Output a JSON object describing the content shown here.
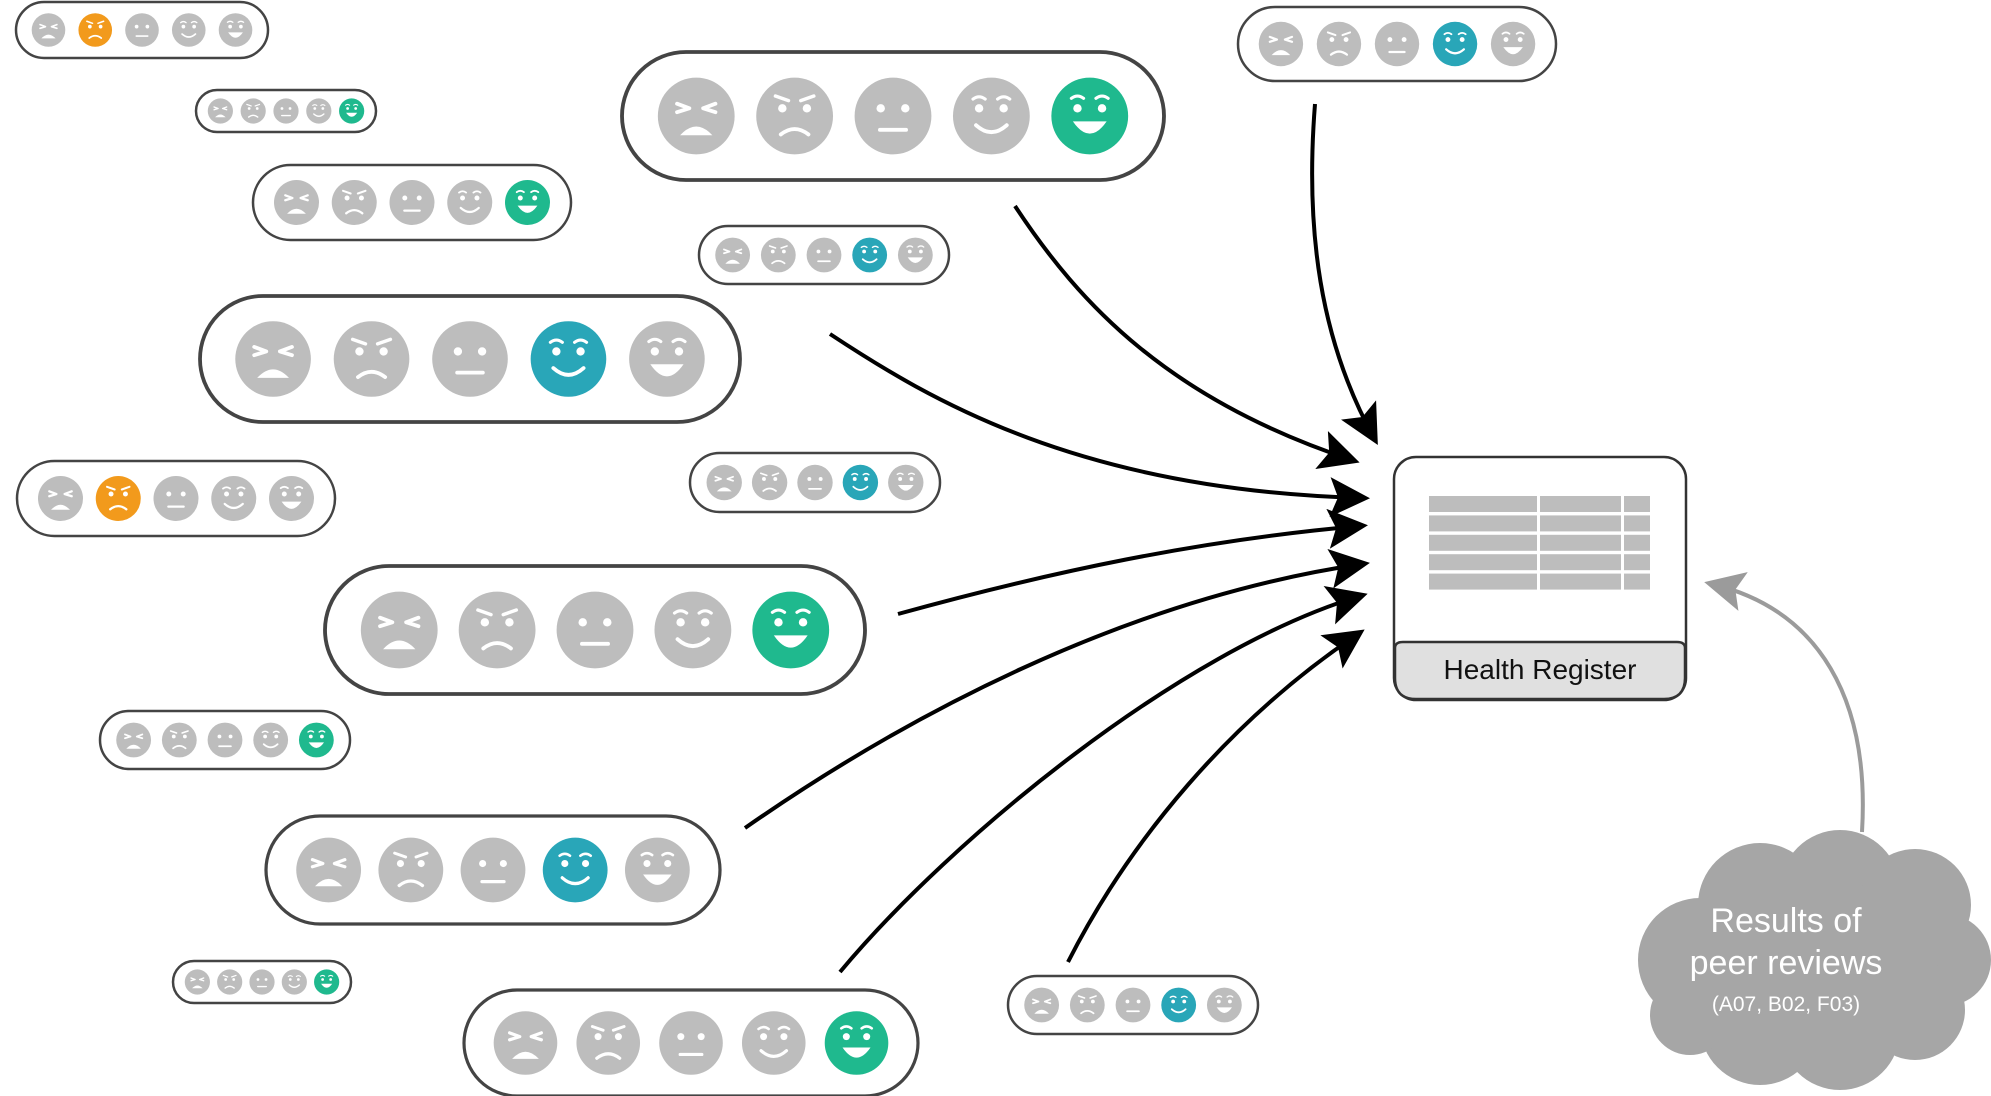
{
  "register": {
    "label": "Health Register"
  },
  "peer_reviews": {
    "line1": "Results of",
    "line2": "peer reviews",
    "line3": "(A07, B02, F03)"
  },
  "face_scale": [
    "very-unhappy",
    "unhappy",
    "neutral",
    "happy",
    "very-happy"
  ],
  "rating_groups": [
    {
      "id": "g01",
      "selected": 2
    },
    {
      "id": "g02",
      "selected": 5
    },
    {
      "id": "g03",
      "selected": 5
    },
    {
      "id": "g04",
      "selected": 5
    },
    {
      "id": "g05",
      "selected": 4
    },
    {
      "id": "g06",
      "selected": 4
    },
    {
      "id": "g07",
      "selected": 4
    },
    {
      "id": "g08",
      "selected": 2
    },
    {
      "id": "g09",
      "selected": 4
    },
    {
      "id": "g10",
      "selected": 5
    },
    {
      "id": "g11",
      "selected": 5
    },
    {
      "id": "g12",
      "selected": 4
    },
    {
      "id": "g13",
      "selected": 5
    },
    {
      "id": "g14",
      "selected": 5
    },
    {
      "id": "g15",
      "selected": 4
    }
  ],
  "colors": {
    "face_inactive": "#bdbdbd",
    "very_happy": "#1fb98e",
    "happy": "#29a6b8",
    "unhappy": "#f29a1c",
    "arrow": "#000000",
    "arrow_peer": "#9b9b9b",
    "cloud": "#a6a6a6",
    "register_cells": "#bdbdbd",
    "register_footer": "#e0e0e0"
  }
}
